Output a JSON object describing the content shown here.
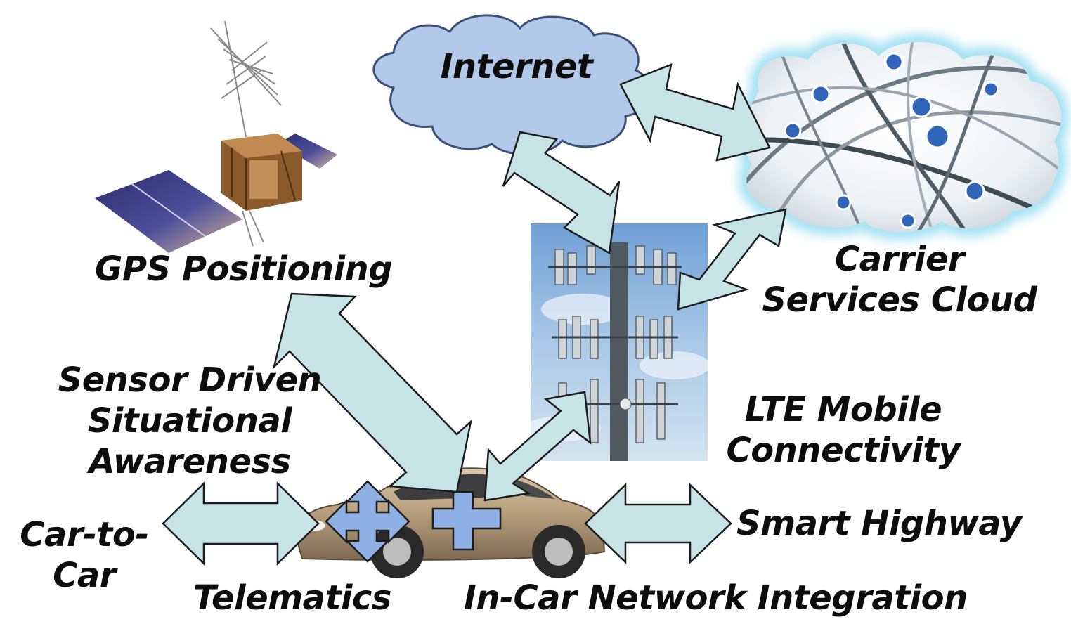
{
  "labels": {
    "internet": "Internet",
    "carrier_line1": "Carrier",
    "carrier_line2": "Services Cloud",
    "gps": "GPS Positioning",
    "sensor_line1": "Sensor Driven",
    "sensor_line2": "Situational",
    "sensor_line3": "Awareness",
    "lte_line1": "LTE Mobile",
    "lte_line2": "Connectivity",
    "car_to_car_line1": "Car-to-",
    "car_to_car_line2": "Car",
    "smart_highway": "Smart Highway",
    "telematics": "Telematics",
    "in_car": "In-Car Network Integration"
  },
  "colors": {
    "arrow_fill": "#c6e4e6",
    "arrow_stroke": "#1c1c1c",
    "cloud_fill": "#b3c9ea",
    "cloud_stroke": "#3a4f7a",
    "cross_fill": "#8fb0e4",
    "carrier_glow": "#9ee0f2"
  }
}
